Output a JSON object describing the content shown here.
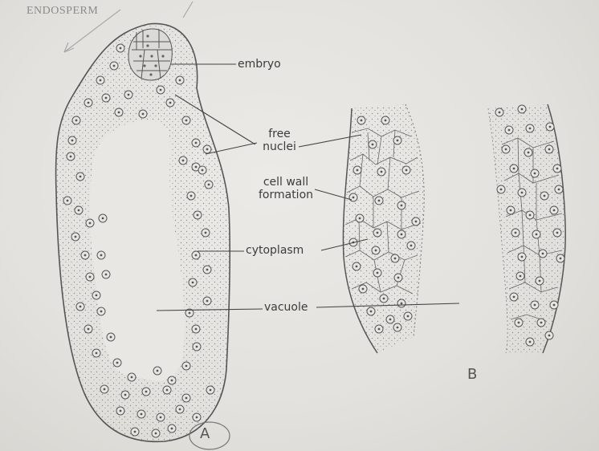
{
  "header_label": "ENDOSPERM",
  "labels": {
    "embryo": "embryo",
    "free_nuclei": [
      "free",
      "nuclei"
    ],
    "cell_wall_formation": [
      "cell wall",
      "formation"
    ],
    "cytoplasm": "cytoplasm",
    "vacuole": "vacuole"
  },
  "figure_labels": {
    "a": "A",
    "b": "B"
  },
  "colors": {
    "background": "#e6e4e0",
    "line": "#555555",
    "text": "#3c3c3c",
    "stipple": "#8f8f8f"
  }
}
